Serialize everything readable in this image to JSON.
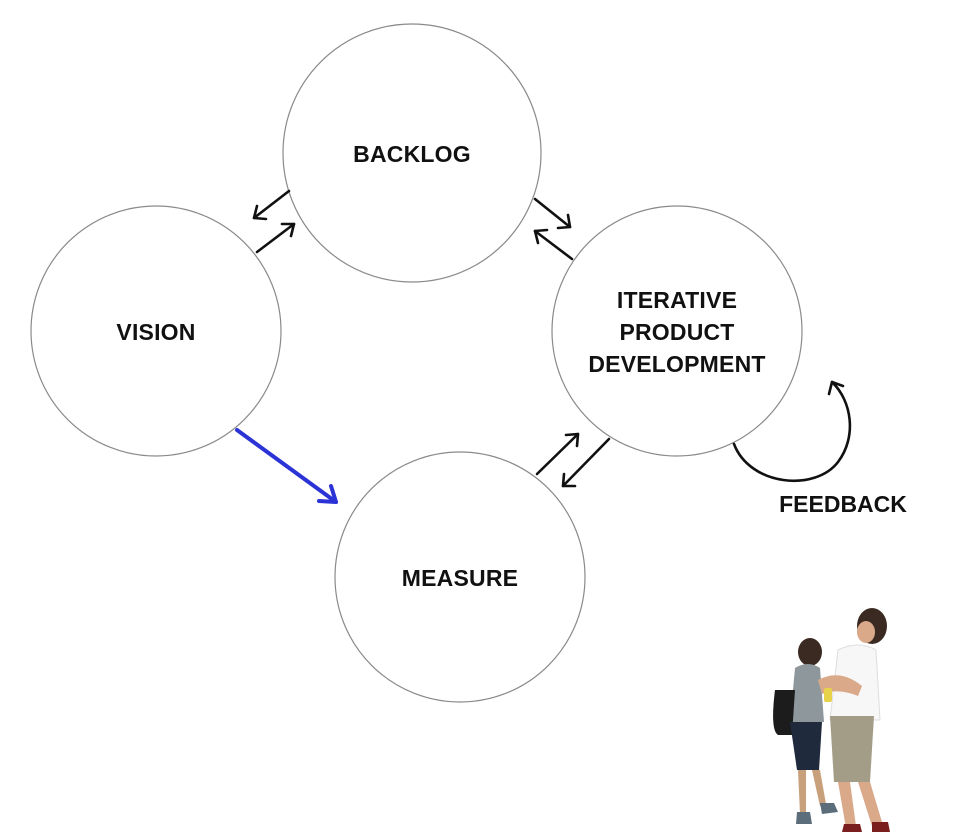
{
  "nodes": {
    "backlog": {
      "label": "BACKLOG"
    },
    "vision": {
      "label": "VISION"
    },
    "iterative": {
      "lines": [
        "ITERATIVE",
        "PRODUCT",
        "DEVELOPMENT"
      ]
    },
    "measure": {
      "label": "MEASURE"
    }
  },
  "feedback": {
    "label": "FEEDBACK"
  },
  "colors": {
    "accent_arrow": "#2b33d6",
    "arrow": "#111111",
    "circle_stroke": "#8a8a8a"
  }
}
